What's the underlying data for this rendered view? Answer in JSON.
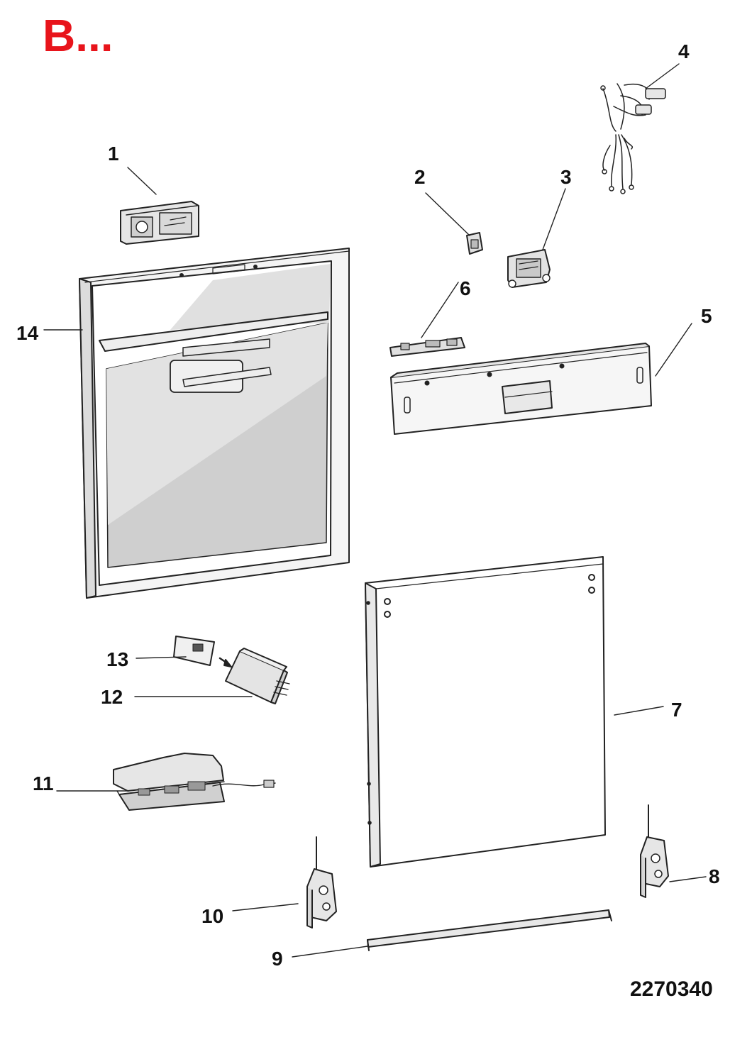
{
  "corner_label": {
    "text": "B...",
    "color": "#e8141b"
  },
  "drawing_number": "2270340",
  "callouts": [
    "1",
    "2",
    "3",
    "4",
    "5",
    "6",
    "7",
    "8",
    "9",
    "10",
    "11",
    "12",
    "13",
    "14"
  ],
  "colors": {
    "line": "#222222",
    "panel_fill": "#f4f4f4",
    "glass_fill": "#c8c8c8",
    "part_fill": "#e6e6e6"
  }
}
